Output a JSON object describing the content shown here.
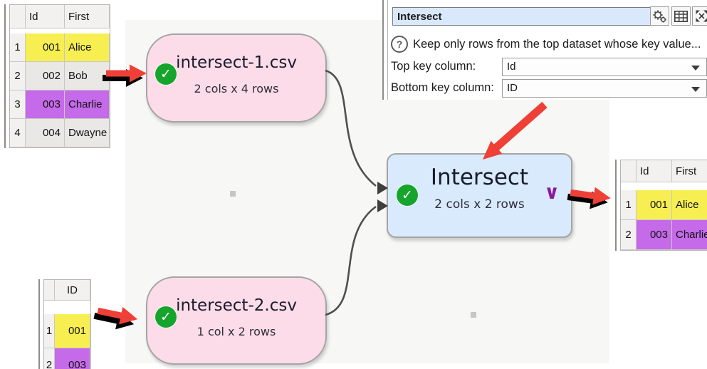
{
  "panel": {
    "title_value": "Intersect",
    "help_glyph": "?",
    "help_text": "Keep only rows from the top dataset whose key value...",
    "top_key": {
      "label": "Top key column:",
      "value": "Id"
    },
    "bottom_key": {
      "label": "Bottom key column:",
      "value": "ID"
    }
  },
  "flow": {
    "check_glyph": "✓",
    "chevron_glyph": "∨",
    "nodes": [
      {
        "title": "intersect-1.csv",
        "subtitle": "2 cols x 4 rows",
        "status": "ok"
      },
      {
        "title": "intersect-2.csv",
        "subtitle": "1 col x 2 rows",
        "status": "ok"
      },
      {
        "title": "Intersect",
        "subtitle": "2 cols x 2 rows",
        "status": "ok"
      }
    ]
  },
  "tables": {
    "top_left": {
      "headers": [
        "Id",
        "First"
      ],
      "rows": [
        {
          "num": "1",
          "id": "001",
          "first": "Alice",
          "highlight": "yellow"
        },
        {
          "num": "2",
          "id": "002",
          "first": "Bob",
          "highlight": "none"
        },
        {
          "num": "3",
          "id": "003",
          "first": "Charlie",
          "highlight": "purple"
        },
        {
          "num": "4",
          "id": "004",
          "first": "Dwayne",
          "highlight": "none"
        }
      ]
    },
    "bottom_left": {
      "headers": [
        "ID"
      ],
      "rows": [
        {
          "num": "1",
          "id": "001",
          "highlight": "yellow"
        },
        {
          "num": "2",
          "id": "003",
          "highlight": "purple"
        }
      ]
    },
    "output": {
      "headers": [
        "Id",
        "First"
      ],
      "rows": [
        {
          "num": "1",
          "id": "001",
          "first": "Alice",
          "highlight": "yellow"
        },
        {
          "num": "2",
          "id": "003",
          "first": "Charlie",
          "highlight": "purple"
        }
      ]
    }
  },
  "colors": {
    "node_pink": "#fbdce8",
    "node_blue": "#d8eafc",
    "check_green": "#16a52c",
    "highlight_yellow": "#f7ef52",
    "highlight_purple": "#c56ae9",
    "arrow_red": "#ee4037",
    "chevron_purple": "#8b1a9b",
    "title_field_blue": "#d9e9fb",
    "connector_gray": "#4f4f4f"
  }
}
